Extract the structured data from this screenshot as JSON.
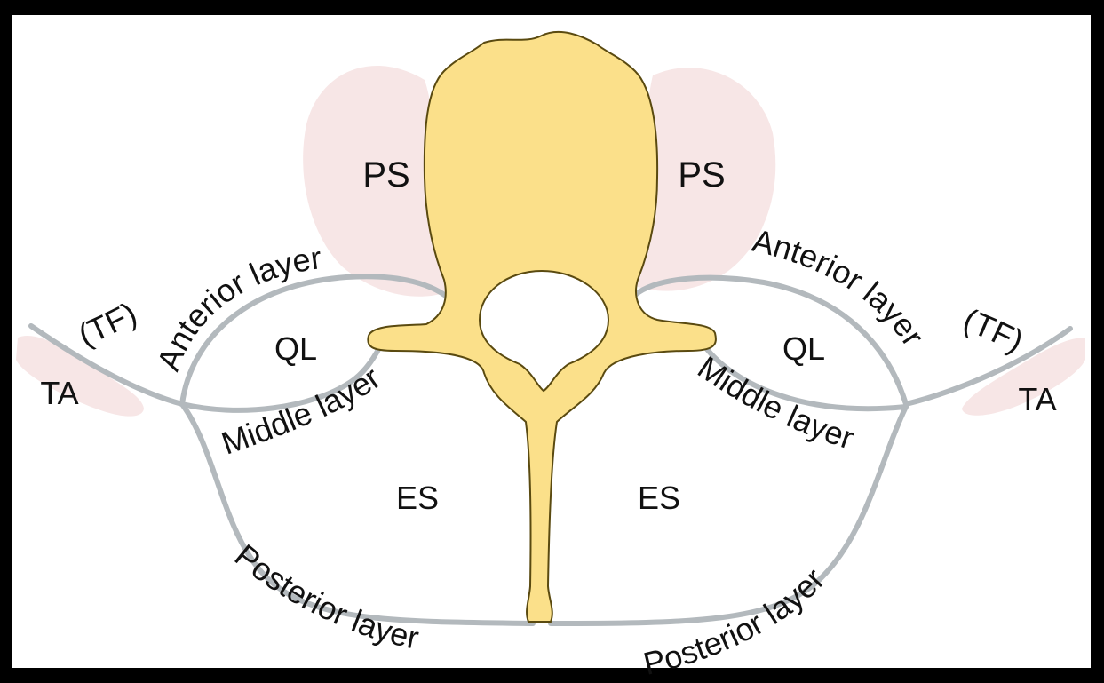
{
  "labels": {
    "ps_left": "PS",
    "ps_right": "PS",
    "ql_left": "QL",
    "ql_right": "QL",
    "es_left": "ES",
    "es_right": "ES",
    "ta_left": "TA",
    "ta_right": "TA",
    "tf_left": "(TF)",
    "tf_right": "(TF)",
    "anterior_left": "Anterior layer",
    "anterior_right": "Anterior layer",
    "middle_left": "Middle layer",
    "middle_right": "Middle layer",
    "posterior_left": "Posterior layer",
    "posterior_right": "Posterior layer"
  },
  "colors": {
    "background": "#000000",
    "panel": "#ffffff",
    "vertebra_fill": "#fbe08a",
    "vertebra_stroke": "#5a4a10",
    "muscle_fill": "#f7e6e6",
    "fascia_stroke": "#b3b9bd",
    "text": "#111111"
  }
}
